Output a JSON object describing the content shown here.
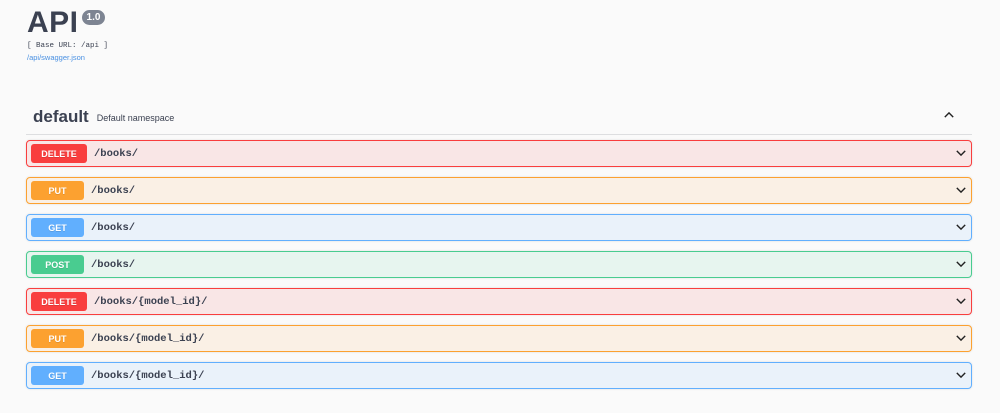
{
  "info": {
    "title": "API",
    "version": "1.0",
    "base_url": "[ Base URL: /api ]",
    "spec_link": "/api/swagger.json"
  },
  "tag": {
    "name": "default",
    "description": "Default namespace",
    "toggle_icon": "chevron-up-icon"
  },
  "operations": [
    {
      "method": "DELETE",
      "path": "/books/"
    },
    {
      "method": "PUT",
      "path": "/books/"
    },
    {
      "method": "GET",
      "path": "/books/"
    },
    {
      "method": "POST",
      "path": "/books/"
    },
    {
      "method": "DELETE",
      "path": "/books/{model_id}/"
    },
    {
      "method": "PUT",
      "path": "/books/{model_id}/"
    },
    {
      "method": "GET",
      "path": "/books/{model_id}/"
    }
  ],
  "colors": {
    "delete": "#f93e3e",
    "put": "#fca130",
    "get": "#61affe",
    "post": "#49cc90",
    "text": "#3b4151",
    "link": "#4990e2"
  }
}
